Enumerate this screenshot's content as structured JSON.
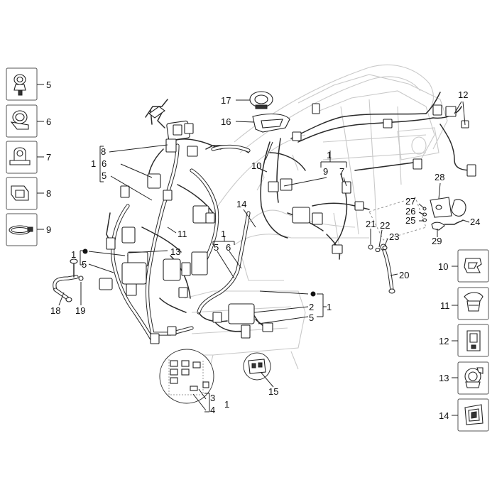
{
  "refs": {
    "r1": "1",
    "r2": "2",
    "r3": "3",
    "r4": "4",
    "r5": "5",
    "r6": "6",
    "r7": "7",
    "r8": "8",
    "r9": "9",
    "r10": "10",
    "r11": "11",
    "r12": "12",
    "r13": "13",
    "r14": "14",
    "r15": "15",
    "r16": "16",
    "r17": "17",
    "r18": "18",
    "r19": "19",
    "r20": "20",
    "r21": "21",
    "r22": "22",
    "r23": "23",
    "r24": "24",
    "r25": "25",
    "r26": "26",
    "r27": "27",
    "r28": "28",
    "r29": "29"
  },
  "left_legend": [
    "5",
    "6",
    "7",
    "8",
    "9"
  ],
  "right_legend": [
    "10",
    "11",
    "12",
    "13",
    "14"
  ],
  "colors": {
    "line": "#222222",
    "frame": "#555555",
    "ghost_frame": "#c9c9c9"
  },
  "icons": [
    "clamp-icon",
    "clip-icon",
    "connector-icon",
    "cable-tie-icon",
    "harness-icon",
    "frame-outline-icon",
    "fuse-box-icon",
    "bullet-marker-icon"
  ]
}
